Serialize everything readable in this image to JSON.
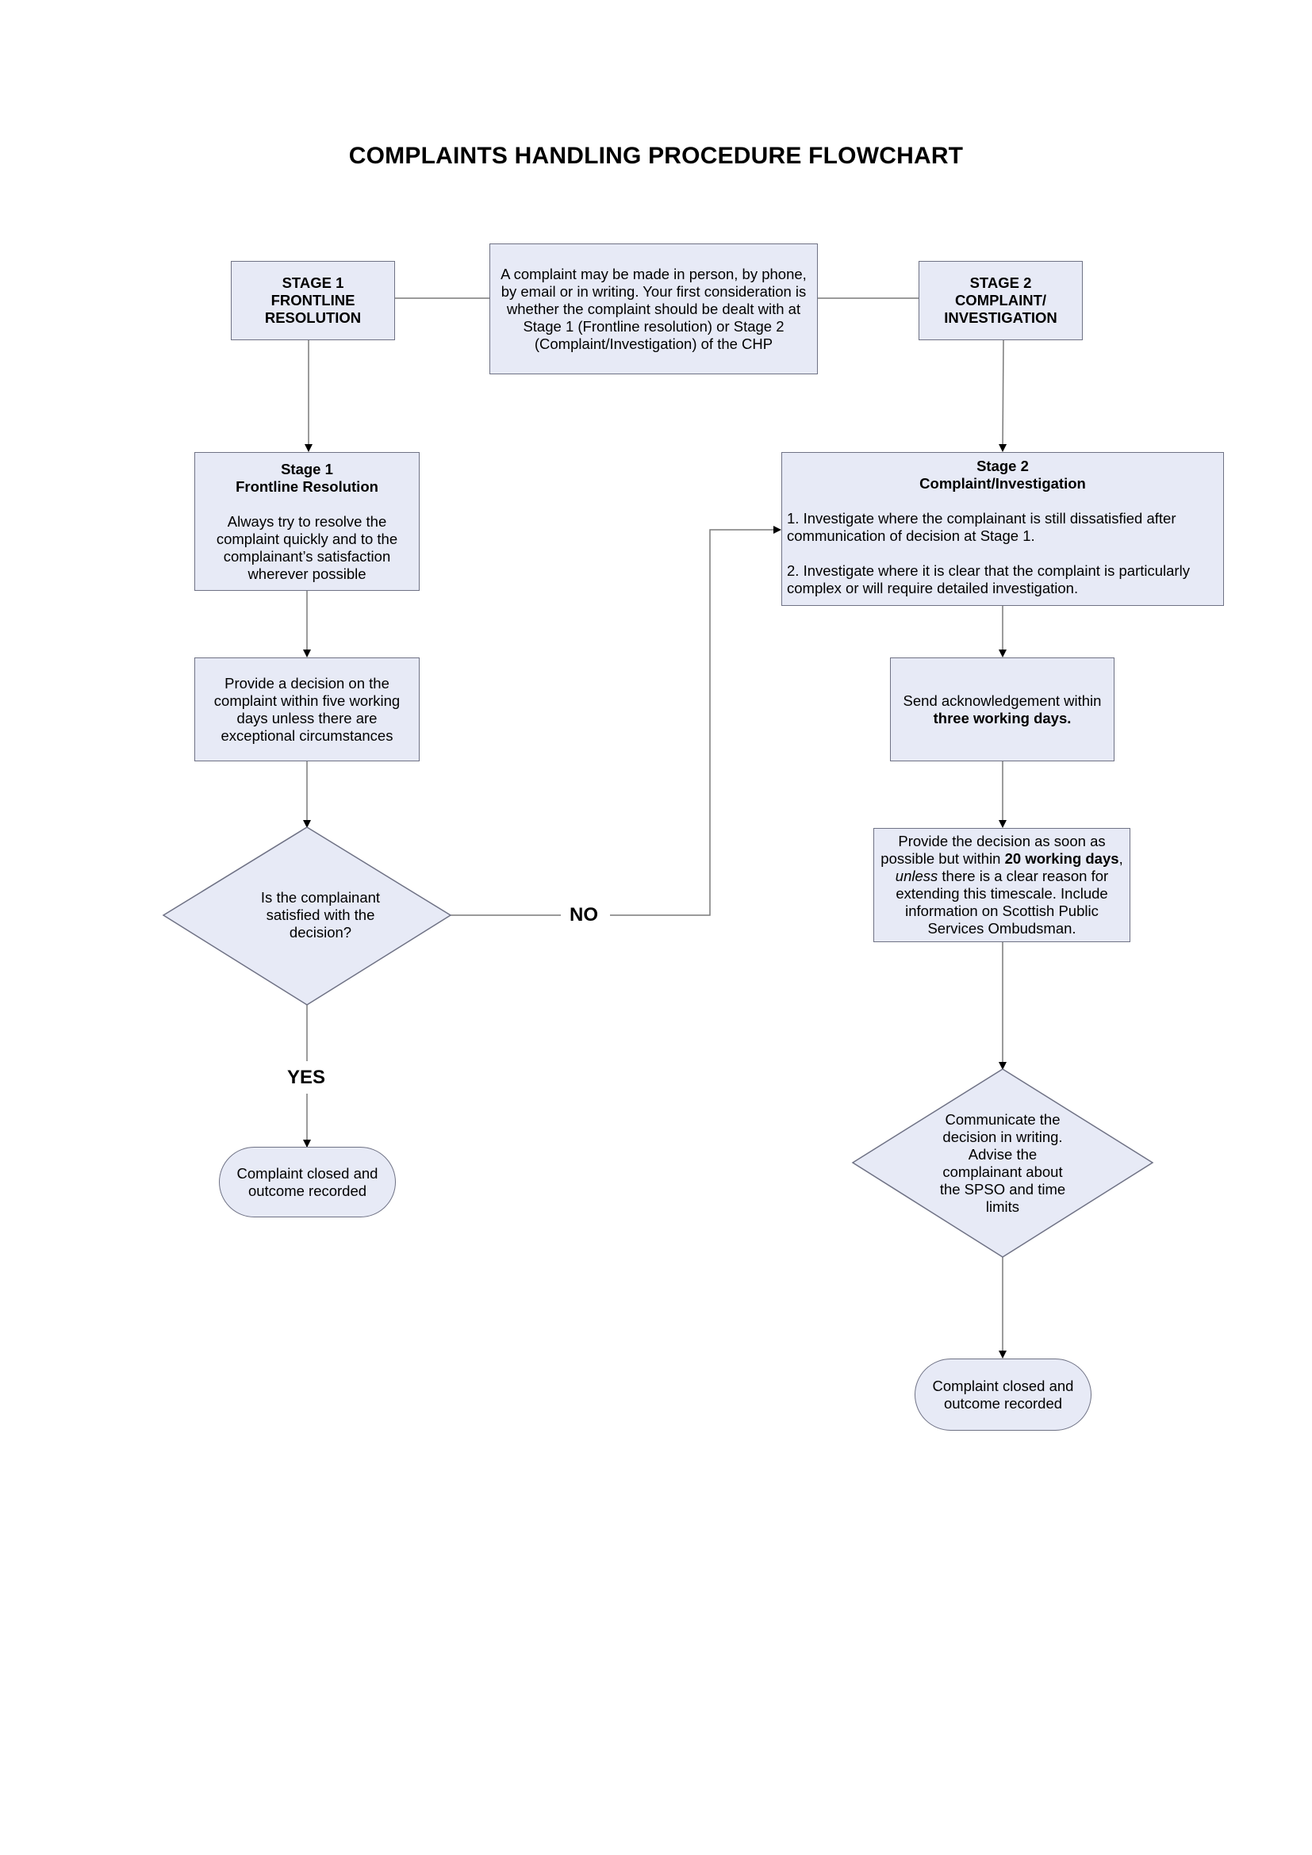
{
  "title": "COMPLAINTS HANDLING PROCEDURE FLOWCHART",
  "colors": {
    "fill": "#e7eaf6",
    "stroke": "#6f7285",
    "line": "#7a7a7a"
  },
  "top": {
    "stage1_header": [
      "STAGE 1",
      "FRONTLINE",
      "RESOLUTION"
    ],
    "intro": "A complaint may be made in person, by phone, by email or in writing. Your first consideration is whether the complaint should be dealt with at Stage 1 (Frontline resolution) or Stage 2 (Complaint/Investigation) of the CHP",
    "stage2_header": [
      "STAGE 2",
      "COMPLAINT/",
      "INVESTIGATION"
    ]
  },
  "stage1": {
    "detail_title": "Stage 1",
    "detail_subtitle": "Frontline Resolution",
    "detail_text": "Always try to resolve the complaint quickly and to the complainant’s satisfaction wherever possible",
    "decision_text": "Provide a decision on the complaint within five working days unless there are exceptional circumstances",
    "question": "Is the complainant satisfied with the decision?",
    "yes_label": "YES",
    "no_label": "NO",
    "end": "Complaint closed and outcome recorded"
  },
  "stage2": {
    "detail_title": "Stage 2",
    "detail_subtitle": "Complaint/Investigation",
    "point1": "1. Investigate where the complainant is still dissatisfied after communication of decision at Stage 1.",
    "point2": "2. Investigate where it is clear that the complaint is particularly complex or will require detailed investigation.",
    "ack_text": "Send acknowledgement within",
    "ack_bold": "three working days.",
    "decision_a": "Provide the decision as soon as possible but within ",
    "decision_b": "20 working days",
    "decision_c": ", ",
    "decision_d": "unless",
    "decision_e": " there is a clear reason for extending this timescale. Include information on Scottish Public Services Ombudsman.",
    "communicate": "Communicate the decision in writing. Advise the complainant about the SPSO and time limits",
    "end": "Complaint closed and outcome recorded"
  }
}
